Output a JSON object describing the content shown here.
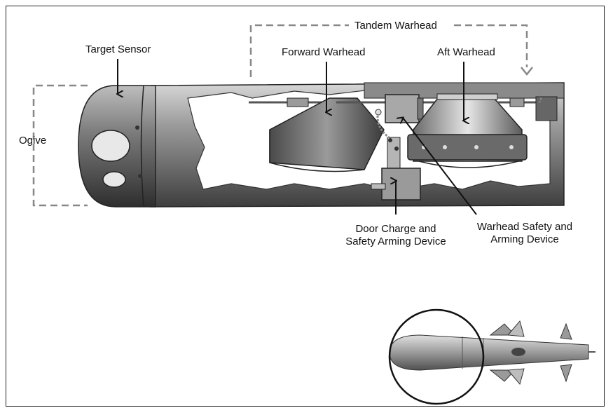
{
  "labels": {
    "tandem_warhead": "Tandem Warhead",
    "target_sensor": "Target Sensor",
    "forward_warhead": "Forward Warhead",
    "aft_warhead": "Aft Warhead",
    "ogive": "Ogive",
    "door_charge_line1": "Door Charge and",
    "door_charge_line2": "Safety Arming Device",
    "warhead_safety_line1": "Warhead Safety and",
    "warhead_safety_line2": "Arming Device"
  },
  "colors": {
    "body_dark": "#5a5a5a",
    "body_mid": "#8c8c8c",
    "body_light": "#c8c8c8",
    "dashed_lines": "#888888",
    "text": "#111111"
  },
  "icons": {
    "missile_inset": "missile-icon"
  }
}
